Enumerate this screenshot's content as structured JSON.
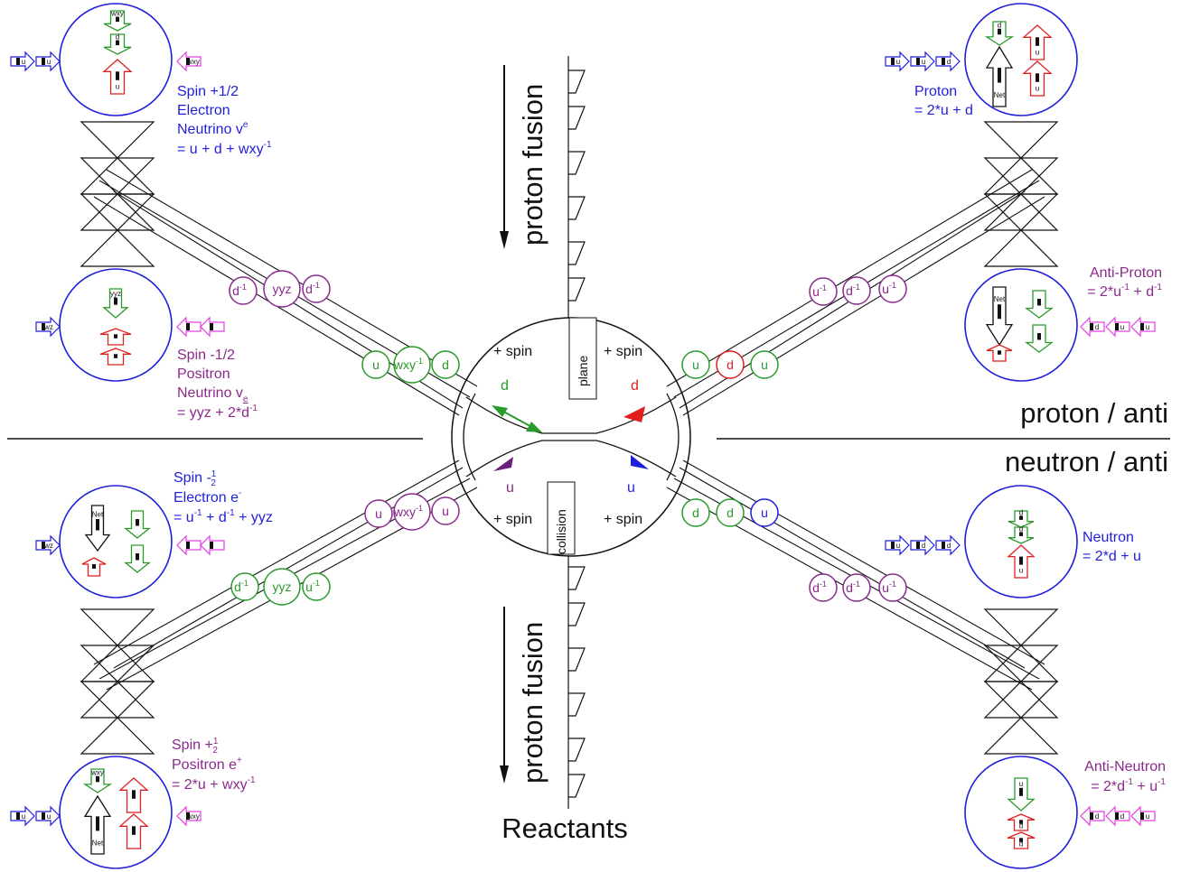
{
  "colors": {
    "blue": "#1f1fdc",
    "purple": "#8b2a8b",
    "green": "#2a9a2a",
    "red": "#e01f1f",
    "magenta": "#e23de2",
    "black": "#111111"
  },
  "center": {
    "title_top": "proton fusion",
    "title_bottom": "proton fusion",
    "reactants": "Reactants",
    "plane": "plane",
    "collision": "collision",
    "spin": "+ spin",
    "d": "d",
    "u": "u"
  },
  "right_axis": {
    "upper": "proton / anti",
    "lower": "neutron / anti"
  },
  "particles": {
    "electron_neutrino": {
      "lines": [
        "Spin +1/2",
        "Electron",
        "Neutrino v",
        "= u + d + wxy"
      ],
      "sup_e": "e",
      "sup_m1": "-1",
      "lone_top": "wxy",
      "arrow_labels": [
        "d",
        "u"
      ],
      "chain_left": [
        "u",
        "u"
      ],
      "chain_right": [
        "wxy"
      ]
    },
    "positron_neutrino": {
      "lines": [
        "Spin -1/2",
        "Positron",
        "Neutrino v",
        "= yyz + 2*d"
      ],
      "sub_e": "e",
      "sup_m1": "-1",
      "lone_top": "yyz",
      "chain_left": [
        "wz"
      ]
    },
    "electron": {
      "lines": [
        "Spin -",
        "Electron e",
        "= u",
        " + d",
        " + yyz"
      ],
      "half": "1",
      "half_den": "2",
      "sup_minus": "-",
      "sup_m1": "-1",
      "net": "Net",
      "net_val": "-1",
      "chain_left": [
        "wz"
      ]
    },
    "positron": {
      "lines": [
        "Spin +",
        "Positron e",
        "= 2*u + wxy"
      ],
      "half": "1",
      "half_den": "2",
      "sup_plus": "+",
      "sup_m1": "-1",
      "net": "Net",
      "net_val": "+1",
      "lone_top": "wxy",
      "chain_left": [
        "u",
        "u"
      ],
      "chain_right": [
        "wxy"
      ]
    },
    "proton": {
      "lines": [
        "Proton",
        "= 2*u + d"
      ],
      "net": "Net",
      "net_val": "+1",
      "arrow_labels": [
        "d",
        "u",
        "u"
      ],
      "chain_left": [
        "u",
        "u",
        "d"
      ]
    },
    "anti_proton": {
      "lines": [
        "Anti-Proton",
        "= 2*u",
        " + d"
      ],
      "sup_m1": "-1",
      "net": "Net",
      "net_val": "-1",
      "chain_right": [
        "d",
        "u",
        "u"
      ]
    },
    "neutron": {
      "lines": [
        "Neutron",
        "= 2*d + u"
      ],
      "arrow_labels": [
        "d",
        "d",
        "u"
      ],
      "chain_left": [
        "u",
        "d",
        "d"
      ]
    },
    "anti_neutron": {
      "lines": [
        "Anti-Neutron",
        "= 2*d",
        " + u"
      ],
      "sup_m1": "-1",
      "arrow_labels": [
        "u",
        "d",
        "d"
      ],
      "chain_right": [
        "d",
        "d",
        "u"
      ]
    }
  },
  "beads": {
    "ul": [
      "d",
      "yyz",
      "d",
      "u",
      "wxy",
      "d"
    ],
    "ur": [
      "u",
      "d",
      "u",
      "u",
      "d",
      "u"
    ],
    "ll": [
      "u",
      "wxy",
      "u",
      "d",
      "yyz",
      "u"
    ],
    "lr": [
      "d",
      "d",
      "u",
      "d",
      "d",
      "u"
    ],
    "sup": "-1"
  }
}
